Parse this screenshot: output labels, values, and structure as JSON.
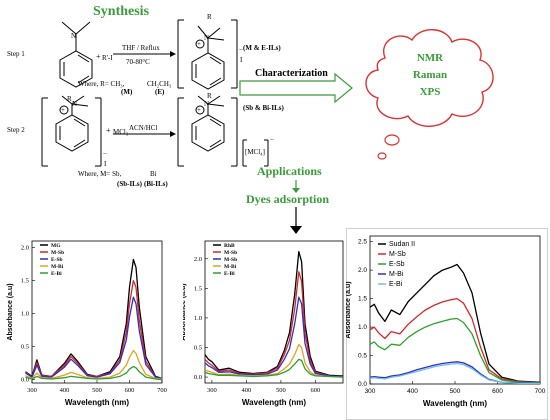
{
  "scheme": {
    "title": "Synthesis",
    "step1_label": "Step 1",
    "step2_label": "Step 2",
    "reagent1": "R'-I",
    "plus": "+",
    "cond1_top": "THF / Reflux",
    "cond1_bottom": "70-80°C",
    "product1_tag": "(M & E-ILs)",
    "where1_text": "Where,  R=  CH₃,",
    "where1_e": "CH₂CH₃",
    "m_tag": "(M)",
    "e_tag": "(E)",
    "reagent2": "MCl₃",
    "cond2": "ACN/HCl",
    "product2_tag": "(Sb & Bi-ILs)",
    "mcl4": "[MCl₄]",
    "where2_text": "Where,  M=  Sb,",
    "where2_bi": "Bi",
    "sb_tag": "(Sb-ILs)",
    "bi_tag": "(Bi-ILs)",
    "iodide": "I",
    "n_label": "N",
    "r_label": "R",
    "plus_charge": "+",
    "minus_charge": "−",
    "characterization": "Characterization",
    "cloud_lines": [
      "NMR",
      "Raman",
      "XPS"
    ],
    "applications": "Applications",
    "dyes": "Dyes adsorption"
  },
  "colors": {
    "green": "#3a9b3a",
    "black": "#000000",
    "red": "#d62728",
    "blue": "#2e2ec8",
    "orange": "#e8a020",
    "darkgreen": "#2ca02c",
    "cloud_stroke": "#e03030"
  },
  "chart_data": [
    {
      "type": "line",
      "title": "",
      "xlabel": "Wavelength (nm)",
      "ylabel": "Absorbance (a.u)",
      "xlim": [
        300,
        700
      ],
      "ylim": [
        -0.05,
        2.1
      ],
      "xticks": [
        300,
        400,
        500,
        600,
        700
      ],
      "yticks": [
        0.0,
        0.5,
        1.0,
        1.5,
        2.0
      ],
      "legend": "top-left",
      "series": [
        {
          "name": "MG",
          "color": "#000000",
          "x": [
            280,
            300,
            315,
            330,
            360,
            400,
            420,
            440,
            470,
            500,
            540,
            570,
            590,
            600,
            612,
            620,
            630,
            650,
            680,
            700
          ],
          "y": [
            0.12,
            0.05,
            0.3,
            0.07,
            0.05,
            0.25,
            0.39,
            0.28,
            0.08,
            0.05,
            0.12,
            0.35,
            0.85,
            1.4,
            1.82,
            1.7,
            1.1,
            0.35,
            0.05,
            0.02
          ]
        },
        {
          "name": "M-Sb",
          "color": "#d62728",
          "x": [
            280,
            300,
            315,
            330,
            360,
            400,
            420,
            440,
            470,
            500,
            540,
            570,
            590,
            600,
            612,
            620,
            630,
            650,
            680,
            700
          ],
          "y": [
            0.11,
            0.04,
            0.26,
            0.06,
            0.05,
            0.22,
            0.35,
            0.25,
            0.07,
            0.05,
            0.1,
            0.3,
            0.72,
            1.15,
            1.5,
            1.4,
            0.9,
            0.28,
            0.04,
            0.02
          ]
        },
        {
          "name": "E-Sb",
          "color": "#2e2ec8",
          "x": [
            280,
            300,
            315,
            330,
            360,
            400,
            420,
            440,
            470,
            500,
            540,
            570,
            590,
            600,
            612,
            620,
            630,
            650,
            680,
            700
          ],
          "y": [
            0.1,
            0.04,
            0.22,
            0.05,
            0.04,
            0.19,
            0.31,
            0.22,
            0.06,
            0.04,
            0.09,
            0.26,
            0.6,
            0.95,
            1.25,
            1.15,
            0.74,
            0.23,
            0.04,
            0.02
          ]
        },
        {
          "name": "M-Bi",
          "color": "#e8a020",
          "x": [
            280,
            300,
            315,
            330,
            360,
            400,
            420,
            440,
            470,
            500,
            540,
            570,
            590,
            600,
            612,
            620,
            630,
            650,
            680,
            700
          ],
          "y": [
            0.06,
            0.02,
            0.1,
            0.03,
            0.02,
            0.07,
            0.11,
            0.08,
            0.03,
            0.02,
            0.04,
            0.1,
            0.22,
            0.34,
            0.44,
            0.4,
            0.26,
            0.08,
            0.02,
            0.01
          ]
        },
        {
          "name": "E-Bi",
          "color": "#2ca02c",
          "x": [
            280,
            300,
            315,
            330,
            360,
            400,
            420,
            440,
            470,
            500,
            540,
            570,
            590,
            600,
            612,
            620,
            630,
            650,
            680,
            700
          ],
          "y": [
            0.04,
            0.01,
            0.05,
            0.02,
            0.01,
            0.03,
            0.05,
            0.04,
            0.02,
            0.01,
            0.02,
            0.05,
            0.1,
            0.16,
            0.2,
            0.18,
            0.12,
            0.04,
            0.01,
            0.0
          ]
        }
      ]
    },
    {
      "type": "line",
      "title": "",
      "xlabel": "Wavelength (nm)",
      "ylabel": "Absorbance (a.u)",
      "xlim": [
        280,
        680
      ],
      "ylim": [
        -0.1,
        2.3
      ],
      "xticks": [
        300,
        400,
        500,
        600
      ],
      "yticks": [
        0.0,
        0.5,
        1.0,
        1.5,
        2.0
      ],
      "legend": "top-left",
      "series": [
        {
          "name": "RhB",
          "color": "#000000",
          "x": [
            280,
            290,
            300,
            320,
            350,
            380,
            420,
            460,
            490,
            510,
            525,
            540,
            552,
            560,
            570,
            585,
            600,
            640,
            680
          ],
          "y": [
            0.38,
            0.3,
            0.26,
            0.12,
            0.15,
            0.08,
            0.06,
            0.08,
            0.18,
            0.45,
            0.75,
            1.4,
            2.12,
            1.95,
            0.9,
            0.35,
            0.1,
            0.03,
            0.02
          ]
        },
        {
          "name": "M-Sb",
          "color": "#d62728",
          "x": [
            280,
            290,
            300,
            320,
            350,
            380,
            420,
            460,
            490,
            510,
            525,
            540,
            552,
            560,
            570,
            585,
            600,
            640,
            680
          ],
          "y": [
            0.3,
            0.24,
            0.2,
            0.1,
            0.12,
            0.06,
            0.05,
            0.07,
            0.15,
            0.38,
            0.62,
            1.15,
            1.78,
            1.62,
            0.74,
            0.28,
            0.08,
            0.02,
            0.01
          ]
        },
        {
          "name": "M-Sb",
          "color": "#2e2ec8",
          "x": [
            280,
            290,
            300,
            320,
            350,
            380,
            420,
            460,
            490,
            510,
            525,
            540,
            552,
            560,
            570,
            585,
            600,
            640,
            680
          ],
          "y": [
            0.24,
            0.19,
            0.16,
            0.08,
            0.09,
            0.05,
            0.04,
            0.05,
            0.12,
            0.3,
            0.48,
            0.9,
            1.35,
            1.24,
            0.57,
            0.22,
            0.06,
            0.02,
            0.01
          ]
        },
        {
          "name": "M-Bi",
          "color": "#e8a020",
          "x": [
            280,
            290,
            300,
            320,
            350,
            380,
            420,
            460,
            490,
            510,
            525,
            540,
            552,
            560,
            570,
            585,
            600,
            640,
            680
          ],
          "y": [
            0.12,
            0.1,
            0.08,
            0.04,
            0.05,
            0.03,
            0.02,
            0.03,
            0.06,
            0.14,
            0.22,
            0.38,
            0.55,
            0.5,
            0.24,
            0.09,
            0.03,
            0.01,
            0.0
          ]
        },
        {
          "name": "E-Bi",
          "color": "#2ca02c",
          "x": [
            280,
            290,
            300,
            320,
            350,
            380,
            420,
            460,
            490,
            510,
            525,
            540,
            552,
            560,
            570,
            585,
            600,
            640,
            680
          ],
          "y": [
            0.08,
            0.06,
            0.05,
            0.03,
            0.03,
            0.02,
            0.01,
            0.02,
            0.04,
            0.08,
            0.13,
            0.22,
            0.3,
            0.28,
            0.14,
            0.05,
            0.02,
            0.01,
            0.0
          ]
        }
      ]
    },
    {
      "type": "line",
      "title": "",
      "xlabel": "Wavelength (nm)",
      "ylabel": "Absorbance (a.u)",
      "xlim": [
        300,
        700
      ],
      "ylim": [
        0.0,
        2.6
      ],
      "xticks": [
        300,
        400,
        500,
        600,
        700
      ],
      "yticks": [
        0.0,
        0.5,
        1.0,
        1.5,
        2.0,
        2.5
      ],
      "legend": "top-left",
      "series": [
        {
          "name": "Sudan II",
          "color": "#000000",
          "x": [
            300,
            310,
            320,
            335,
            350,
            370,
            390,
            410,
            430,
            450,
            470,
            490,
            505,
            520,
            540,
            560,
            580,
            610,
            650,
            700
          ],
          "y": [
            1.35,
            1.4,
            1.25,
            1.1,
            1.3,
            1.22,
            1.45,
            1.6,
            1.75,
            1.9,
            2.0,
            2.05,
            2.1,
            1.95,
            1.6,
            0.9,
            0.35,
            0.12,
            0.05,
            0.03
          ]
        },
        {
          "name": "M-Sb",
          "color": "#d62728",
          "x": [
            300,
            310,
            320,
            335,
            350,
            370,
            390,
            410,
            430,
            450,
            470,
            490,
            505,
            520,
            540,
            560,
            580,
            610,
            650,
            700
          ],
          "y": [
            0.95,
            1.0,
            0.9,
            0.8,
            0.92,
            0.88,
            1.05,
            1.18,
            1.3,
            1.38,
            1.44,
            1.48,
            1.5,
            1.42,
            1.15,
            0.65,
            0.25,
            0.09,
            0.04,
            0.02
          ]
        },
        {
          "name": "E-Sb",
          "color": "#2ca02c",
          "x": [
            300,
            310,
            320,
            335,
            350,
            370,
            390,
            410,
            430,
            450,
            470,
            490,
            505,
            520,
            540,
            560,
            580,
            610,
            650,
            700
          ],
          "y": [
            0.7,
            0.74,
            0.66,
            0.6,
            0.7,
            0.68,
            0.82,
            0.92,
            1.0,
            1.06,
            1.1,
            1.14,
            1.15,
            1.08,
            0.88,
            0.5,
            0.2,
            0.07,
            0.03,
            0.02
          ]
        },
        {
          "name": "M-Bi",
          "color": "#2e2ec8",
          "x": [
            300,
            310,
            320,
            335,
            350,
            370,
            390,
            410,
            430,
            450,
            470,
            490,
            505,
            520,
            540,
            560,
            580,
            610,
            650,
            700
          ],
          "y": [
            0.12,
            0.13,
            0.12,
            0.11,
            0.14,
            0.16,
            0.2,
            0.25,
            0.29,
            0.33,
            0.36,
            0.38,
            0.39,
            0.37,
            0.3,
            0.18,
            0.08,
            0.03,
            0.02,
            0.01
          ]
        },
        {
          "name": "E-Bi",
          "color": "#6ec1e8",
          "x": [
            300,
            310,
            320,
            335,
            350,
            370,
            390,
            410,
            430,
            450,
            470,
            490,
            505,
            520,
            540,
            560,
            580,
            610,
            650,
            700
          ],
          "y": [
            0.1,
            0.11,
            0.1,
            0.09,
            0.12,
            0.14,
            0.18,
            0.22,
            0.26,
            0.3,
            0.33,
            0.35,
            0.36,
            0.34,
            0.27,
            0.16,
            0.07,
            0.03,
            0.01,
            0.01
          ]
        }
      ]
    }
  ]
}
